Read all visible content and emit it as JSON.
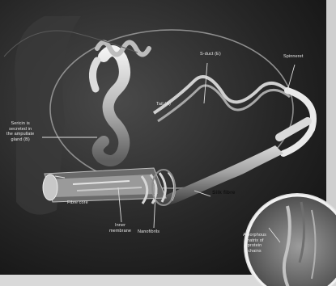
{
  "labels": {
    "s_duct": "S-duct (E)",
    "spinneret": "Spinneret",
    "sericin": "Sericin is\nsecreted in\nthe ampullate\ngland (B)",
    "tail": "Tail (A)",
    "fibre_core": "Fibre core",
    "inner_membrane": "Inner\nmembrane",
    "nanofibrils": "Nanofibrils",
    "silk_fibre": "Silk fibre",
    "amorphous": "Amorphous\nmatrix of\nprotein\nchains"
  },
  "colors": {
    "background": "#1a1a1a",
    "gland": "#cfcfcf",
    "fibre": "#9a9a9a",
    "leader_line": "#e0e0e0"
  }
}
